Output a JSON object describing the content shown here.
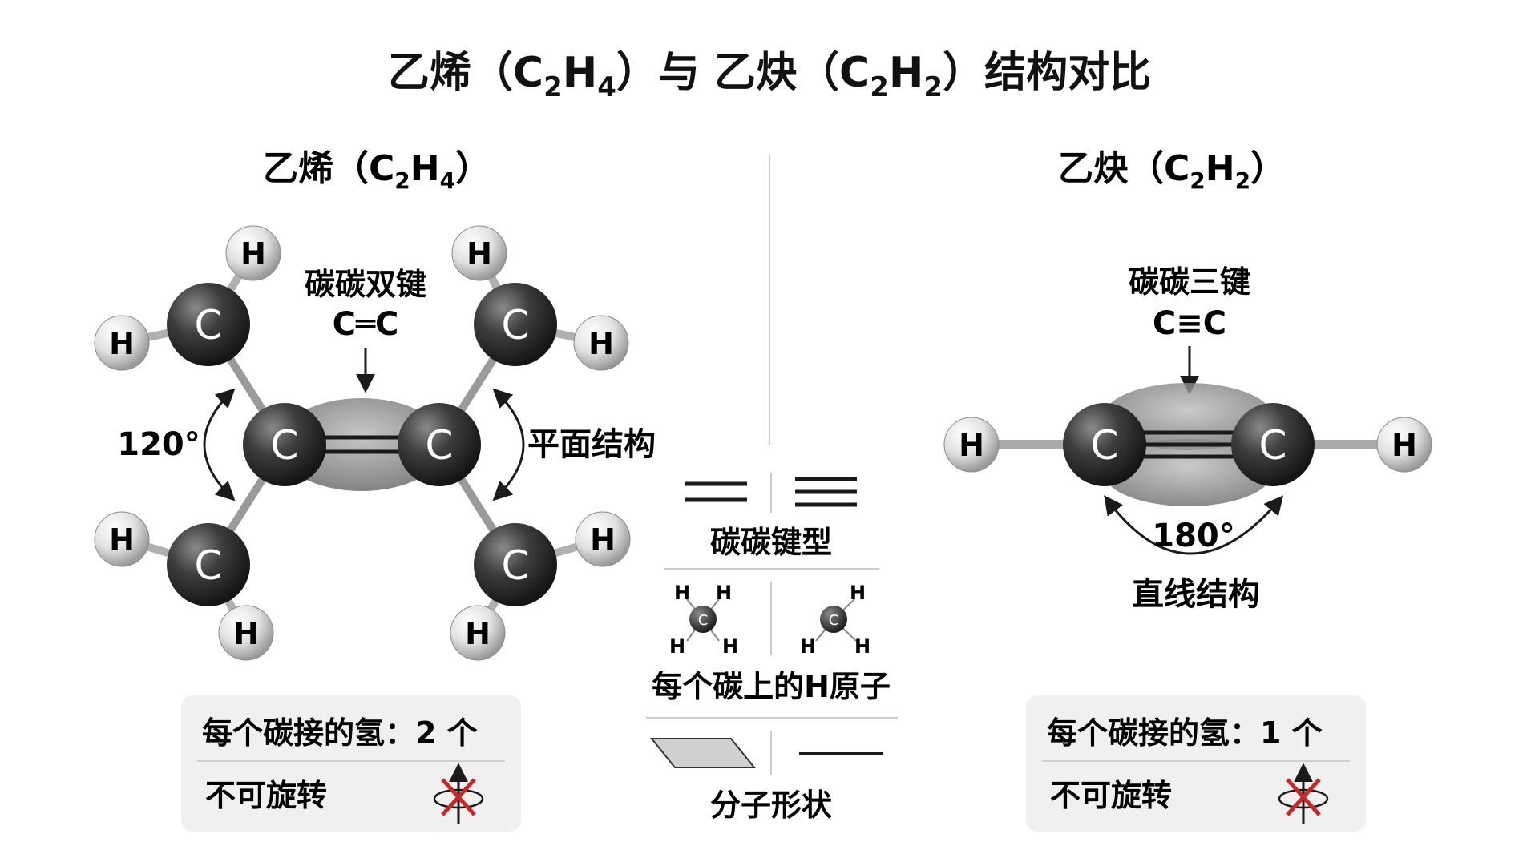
{
  "title": {
    "part1": "乙烯（C",
    "sub1": "2",
    "part2": "H",
    "sub2": "4",
    "part3": "）与 乙炔（C",
    "sub3": "2",
    "part4": "H",
    "sub4": "2",
    "part5": "）结构对比"
  },
  "ethylene": {
    "heading": {
      "p1": "乙烯（C",
      "s1": "2",
      "p2": "H",
      "s2": "4",
      "p3": "）"
    },
    "bond_label": "碳碳双键",
    "bond_formula": "C═C",
    "angle_label": "120°",
    "shape_label": "平面结构",
    "atom_c": "C",
    "atom_h": "H",
    "info_hydrogen": "每个碳接的氢：2 个",
    "info_rotation": "不可旋转"
  },
  "acetylene": {
    "heading": {
      "p1": "乙炔（C",
      "s1": "2",
      "p2": "H",
      "s2": "2",
      "p3": "）"
    },
    "bond_label": "碳碳三键",
    "bond_formula": "C≡C",
    "angle_label": "180°",
    "shape_label": "直线结构",
    "atom_c": "C",
    "atom_h": "H",
    "info_hydrogen": "每个碳接的氢：1 个",
    "info_rotation": "不可旋转"
  },
  "comparison": {
    "bond_type": "碳碳键型",
    "h_per_carbon": "每个碳上的H原子",
    "molecule_shape": "分子形状",
    "mini_c": "C",
    "mini_h": "H"
  },
  "colors": {
    "carbon": "#3a3a3a",
    "hydrogen": "#e6e6e6",
    "info_box": "#f0f0f0",
    "cross": "#c62828",
    "divider": "#cccccc"
  }
}
